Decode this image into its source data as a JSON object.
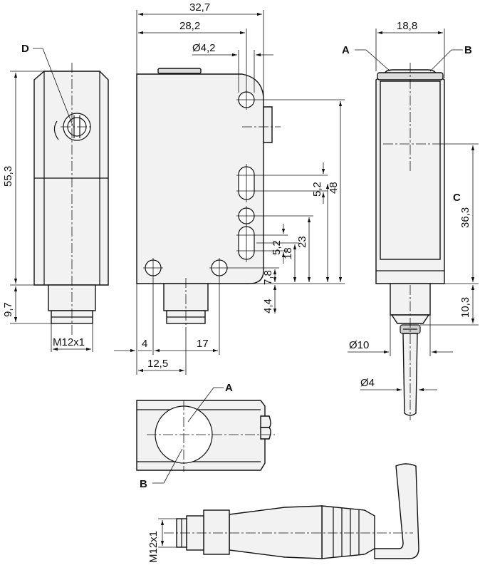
{
  "dimensions": {
    "overall_width": "32,7",
    "body_width": "28,2",
    "hole_diameter": "Ø4,2",
    "height_left": "55,3",
    "connector_height_left": "9,7",
    "thread_left": "M12x1",
    "offset_4": "4",
    "offset_17": "17",
    "offset_12_5": "12,5",
    "slot_5_2_upper": "5,2",
    "slot_5_2_lower": "5,2",
    "height_48": "48",
    "height_23": "23",
    "height_18": "18",
    "height_7_8": "7,8",
    "height_4_4": "4,4",
    "front_width": "18,8",
    "front_height": "36,3",
    "cable_height": "10,3",
    "cable_gland_diameter": "Ø10",
    "cable_diameter": "Ø4",
    "thread_bottom": "M12x1"
  },
  "labels": {
    "d": "D",
    "a_front": "A",
    "b_front": "B",
    "c_front": "C",
    "a_top": "A",
    "b_top": "B"
  }
}
